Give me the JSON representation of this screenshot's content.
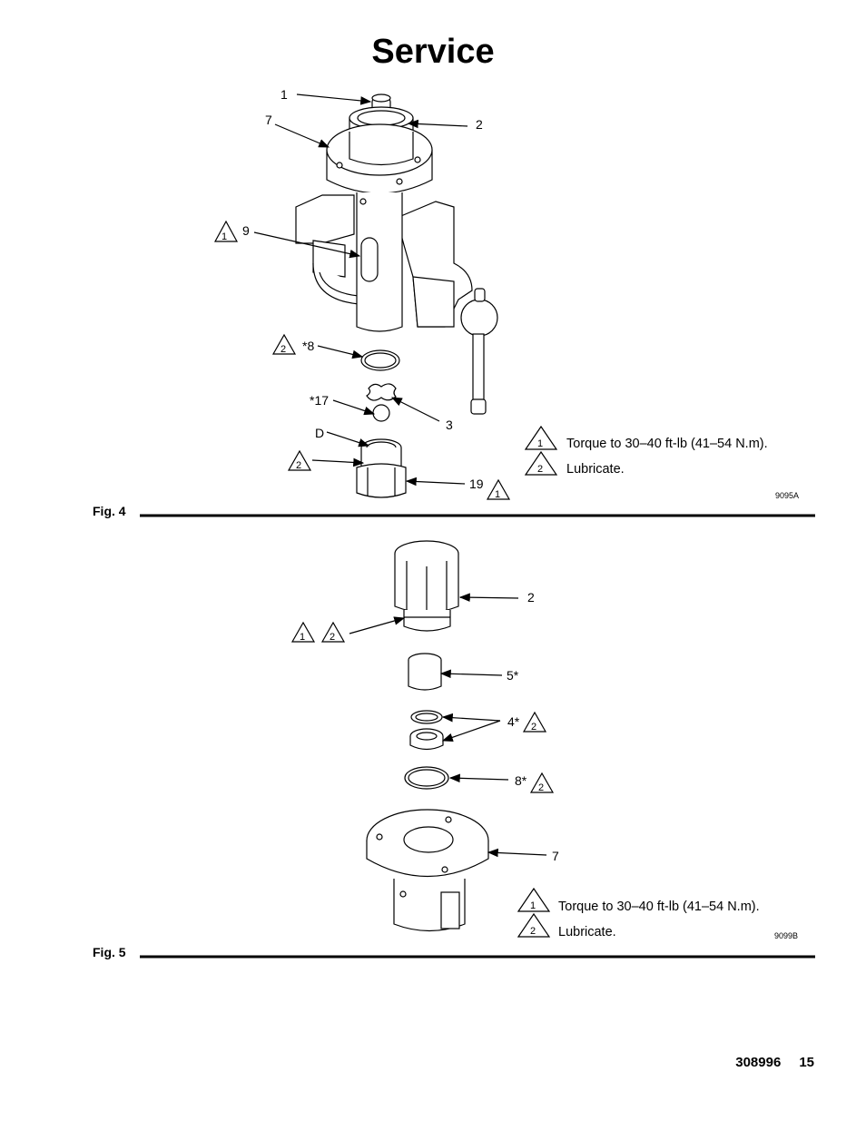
{
  "page": {
    "title": "Service"
  },
  "fig4": {
    "label": "Fig. 4",
    "drawing_no": "9095A",
    "callouts": [
      "1",
      "7",
      "2",
      "9",
      "*8",
      "*17",
      "3",
      "D",
      "19"
    ],
    "warning_marks": [
      "1",
      "2",
      "2",
      "1"
    ],
    "legend": [
      {
        "mark": "1",
        "text": "Torque to 30–40 ft-lb (41–54 N.m)."
      },
      {
        "mark": "2",
        "text": "Lubricate."
      }
    ]
  },
  "fig5": {
    "label": "Fig. 5",
    "drawing_no": "9099B",
    "callouts": [
      "2",
      "5*",
      "4*",
      "8*",
      "7"
    ],
    "warning_marks": [
      "1",
      "2",
      "2",
      "2"
    ],
    "legend": [
      {
        "mark": "1",
        "text": "Torque to 30–40 ft-lb (41–54 N.m)."
      },
      {
        "mark": "2",
        "text": "Lubricate."
      }
    ]
  },
  "footer": {
    "doc_number": "308996",
    "page_number": "15"
  }
}
